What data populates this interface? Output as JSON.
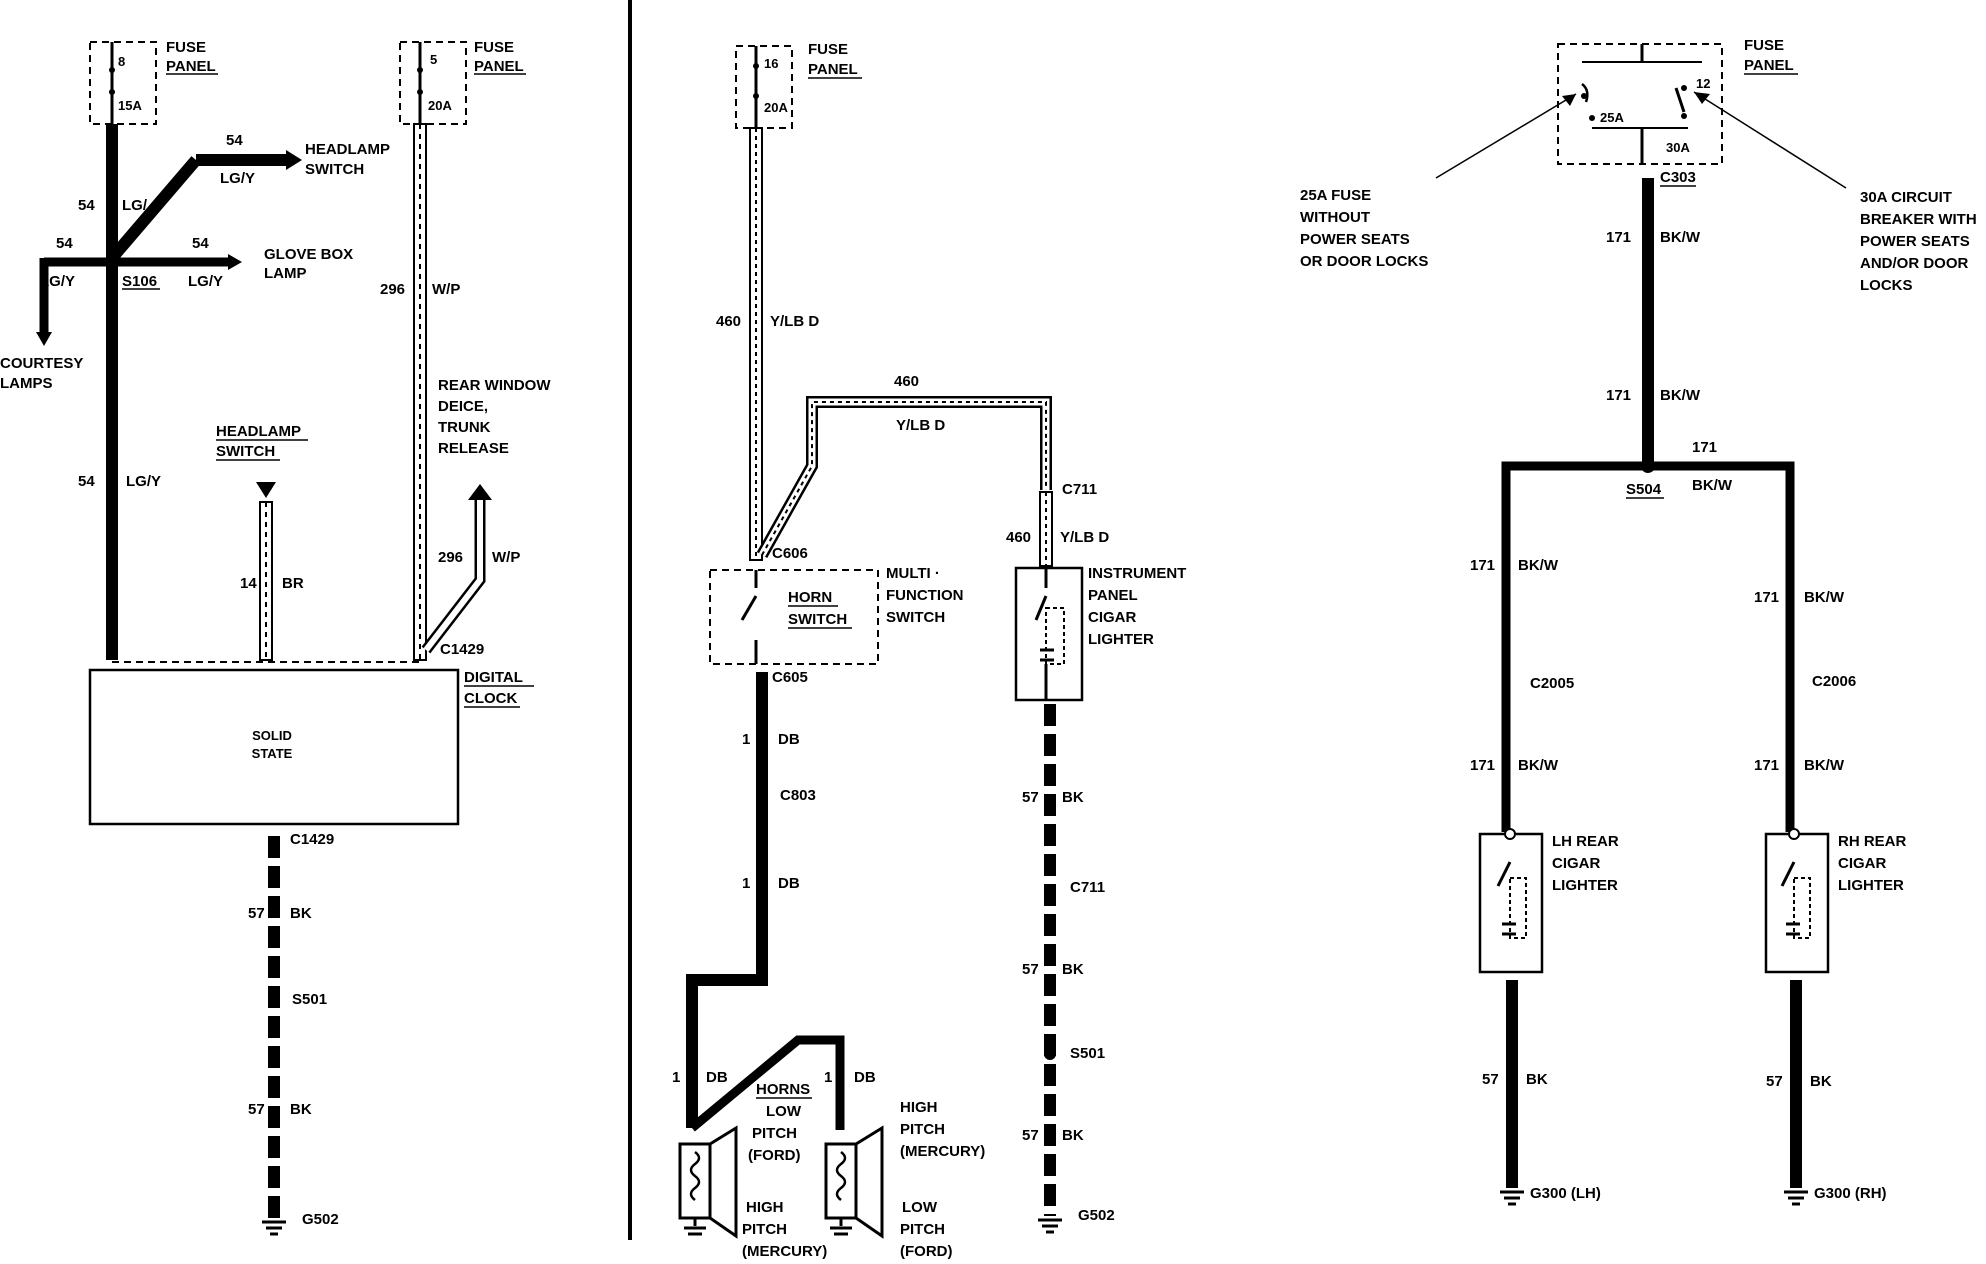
{
  "fuse_panel": "FUSE",
  "fuse_panel2": "PANEL",
  "clock": {
    "fuse_left_num": "8",
    "fuse_left_amp": "15A",
    "fuse_right_num": "5",
    "fuse_right_amp": "20A",
    "w54": "54",
    "lgy": "LG/Y",
    "lgy_partial": "LG/",
    "headlamp_switch_1": "HEADLAMP",
    "headlamp_switch_2": "SWITCH",
    "glove_box_1": "GLOVE BOX",
    "glove_box_2": "LAMP",
    "s106": "S106",
    "courtesy_1": "COURTESY",
    "courtesy_2": "LAMPS",
    "w296": "296",
    "wp": "W/P",
    "rear_window_1": "REAR WINDOW",
    "rear_window_2": "DEICE,",
    "rear_window_3": "TRUNK",
    "rear_window_4": "RELEASE",
    "headlamp_sw_under_1": "HEADLAMP",
    "headlamp_sw_under_2": "SWITCH",
    "w14": "14",
    "br": "BR",
    "c1429": "C1429",
    "digital_1": "DIGITAL",
    "digital_2": "CLOCK",
    "solid_1": "SOLID",
    "solid_2": "STATE",
    "w57": "57",
    "bk": "BK",
    "s501": "S501",
    "g502": "G502"
  },
  "horn": {
    "fuse_num": "16",
    "fuse_amp": "20A",
    "w460": "460",
    "ylbd": "Y/LB D",
    "c606": "C606",
    "c605": "C605",
    "horn_1": "HORN",
    "horn_2": "SWITCH",
    "multi_1": "MULTI ·",
    "multi_2": "FUNCTION",
    "multi_3": "SWITCH",
    "w1": "1",
    "db": "DB",
    "c803": "C803",
    "horns": "HORNS",
    "low_pitch_1": "LOW",
    "low_pitch_2": "PITCH",
    "low_pitch_3": "(FORD)",
    "high_merc_1": "HIGH",
    "high_merc_2": "PITCH",
    "high_merc_3": "(MERCURY)",
    "high_pitch_1": "HIGH",
    "high_pitch_2": "PITCH",
    "high_pitch_3": "(MERCURY)",
    "low_ford_1": "LOW",
    "low_ford_2": "PITCH",
    "low_ford_3": "(FORD)",
    "c711": "C711",
    "ip_1": "INSTRUMENT",
    "ip_2": "PANEL",
    "ip_3": "CIGAR",
    "ip_4": "LIGHTER",
    "w57": "57",
    "bk": "BK",
    "s501": "S501",
    "g502": "G502"
  },
  "rear": {
    "fuse_25a": "25A",
    "fuse_12": "12",
    "fuse_30a": "30A",
    "c303": "C303",
    "note_left_1": "25A FUSE",
    "note_left_2": "WITHOUT",
    "note_left_3": "POWER SEATS",
    "note_left_4": "OR DOOR LOCKS",
    "note_right_1": "30A CIRCUIT",
    "note_right_2": "BREAKER WITH",
    "note_right_3": "POWER SEATS",
    "note_right_4": "AND/OR DOOR",
    "note_right_5": "LOCKS",
    "w171": "171",
    "bkw": "BK/W",
    "s504": "S504",
    "c2005": "C2005",
    "c2006": "C2006",
    "lh_1": "LH REAR",
    "lh_2": "CIGAR",
    "lh_3": "LIGHTER",
    "rh_1": "RH REAR",
    "rh_2": "CIGAR",
    "rh_3": "LIGHTER",
    "w57": "57",
    "bk": "BK",
    "g300lh": "G300 (LH)",
    "g300rh": "G300 (RH)"
  }
}
